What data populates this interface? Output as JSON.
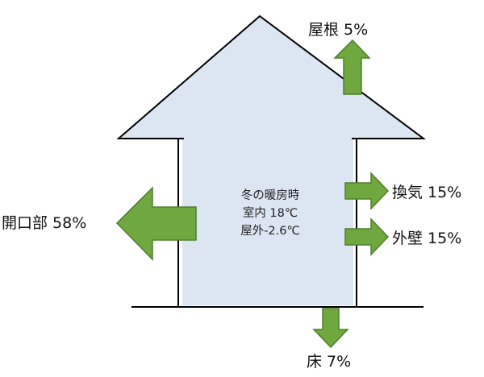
{
  "colors": {
    "arrow": "#6fa83e",
    "arrow_border": "#4f7f2c",
    "house_fill": "#dce6f2",
    "line": "#000000"
  },
  "center": {
    "line1": "冬の暖房時",
    "line2": "室内 18℃",
    "line3": "屋外-2.6℃"
  },
  "labels": {
    "roof": "屋根 5%",
    "ventilation": "換気 15%",
    "outer_wall": "外壁 15%",
    "openings": "開口部 58%",
    "floor": "床 7%"
  }
}
